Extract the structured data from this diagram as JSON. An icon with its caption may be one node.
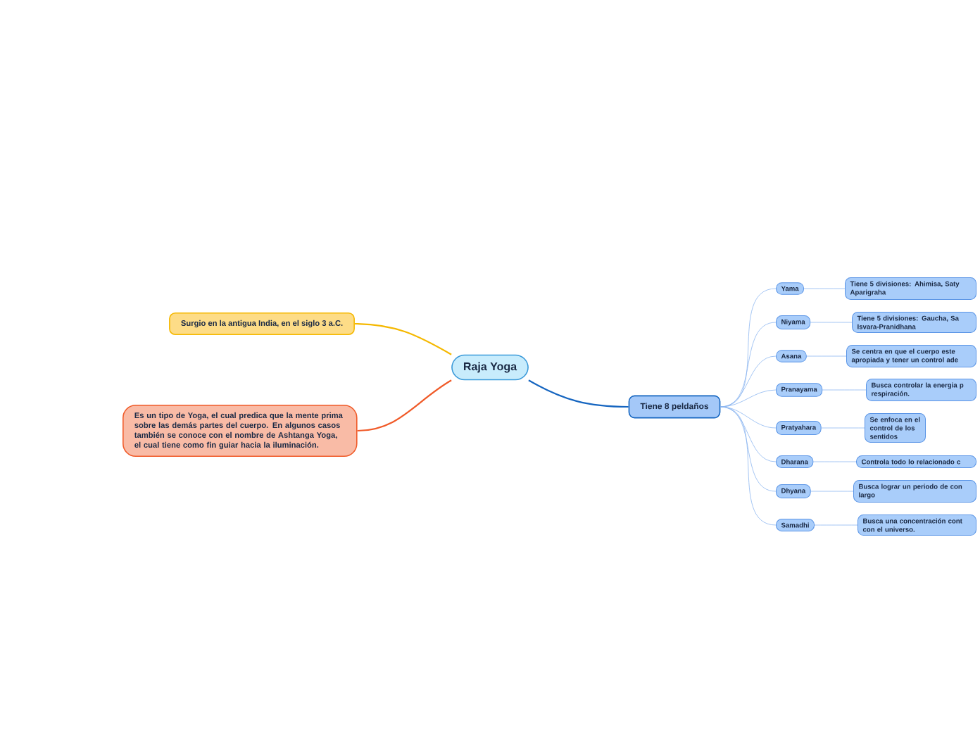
{
  "diagram": {
    "nodes": [
      {
        "text": [
          "Raja Yoga"
        ]
      },
      {
        "text": [
          "Surgio en la antigua India, en el siglo 3 a.C."
        ]
      },
      {
        "text": [
          "Es un tipo de Yoga, el cual predica que la mente prima sobre las demás partes del cuerpo. En algunos casos también se conoce con el nombre de Ashtanga Yoga, el cual tiene como fin guiar hacia la iluminación."
        ]
      },
      {
        "text": [
          "Tiene 8 peldaños"
        ]
      },
      {
        "text": [
          "Yama"
        ]
      },
      {
        "text": [
          "Niyama"
        ]
      },
      {
        "text": [
          "Asana"
        ]
      },
      {
        "text": [
          "Pranayama"
        ]
      },
      {
        "text": [
          "Pratyahara"
        ]
      },
      {
        "text": [
          "Dharana"
        ]
      },
      {
        "text": [
          "Dhyana"
        ]
      },
      {
        "text": [
          "Samadhi"
        ]
      },
      {
        "text": [
          "Tiene 5 divisiones: Ahimisa, Saty Aparigraha"
        ]
      },
      {
        "text": [
          "Tiene 5 divisiones: Gaucha, Sa Isvara-Pranidhana"
        ]
      },
      {
        "text": [
          "Se centra en que el cuerpo este apropiada y tener un control ade"
        ]
      },
      {
        "text": [
          "Busca controlar la energia p respiración."
        ]
      },
      {
        "text": [
          "Se enfoca en el control de los sentidos"
        ]
      },
      {
        "text": [
          "Controla todo lo relacionado c"
        ]
      },
      {
        "text": [
          "Busca lograr un periodo de con largo"
        ]
      },
      {
        "text": [
          "Busca una concentración cont con el universo."
        ]
      }
    ],
    "edges": [
      {
        "from": 0,
        "to": 1,
        "arrow": "none",
        "color": "#f5b800"
      },
      {
        "from": 0,
        "to": 2,
        "arrow": "none",
        "color": "#f05a28"
      },
      {
        "from": 0,
        "to": 3,
        "arrow": "none",
        "color": "#1565c0"
      },
      {
        "from": 3,
        "to": 4,
        "arrow": "none"
      },
      {
        "from": 3,
        "to": 5,
        "arrow": "none"
      },
      {
        "from": 3,
        "to": 6,
        "arrow": "none"
      },
      {
        "from": 3,
        "to": 7,
        "arrow": "none"
      },
      {
        "from": 3,
        "to": 8,
        "arrow": "none"
      },
      {
        "from": 3,
        "to": 9,
        "arrow": "none"
      },
      {
        "from": 3,
        "to": 10,
        "arrow": "none"
      },
      {
        "from": 3,
        "to": 11,
        "arrow": "none"
      },
      {
        "from": 4,
        "to": 12,
        "arrow": "none"
      },
      {
        "from": 5,
        "to": 13,
        "arrow": "none"
      },
      {
        "from": 6,
        "to": 14,
        "arrow": "none"
      },
      {
        "from": 7,
        "to": 15,
        "arrow": "none"
      },
      {
        "from": 8,
        "to": 16,
        "arrow": "none"
      },
      {
        "from": 9,
        "to": 17,
        "arrow": "none"
      },
      {
        "from": 10,
        "to": 18,
        "arrow": "none"
      },
      {
        "from": 11,
        "to": 19,
        "arrow": "none"
      }
    ]
  }
}
